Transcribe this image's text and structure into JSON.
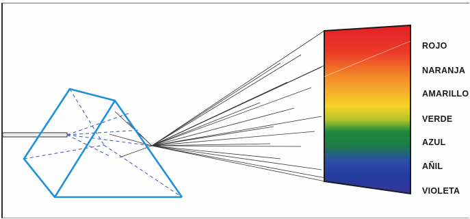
{
  "spectrum": {
    "labels": [
      "ROJO",
      "NARANJA",
      "AMARILLO",
      "VERDE",
      "AZUL",
      "AÑIL",
      "VIOLETA"
    ],
    "colors": {
      "red": "#e8262a",
      "orange": "#f58a2a",
      "yellow": "#f7cf22",
      "green": "#1a8a3a",
      "blue": "#2a48a8",
      "indigo": "#2238a0",
      "violet": "#4a3a9a"
    }
  },
  "prism": {
    "edge_color": "#1e90d8",
    "hidden_edge_color": "#4a5ab8"
  }
}
